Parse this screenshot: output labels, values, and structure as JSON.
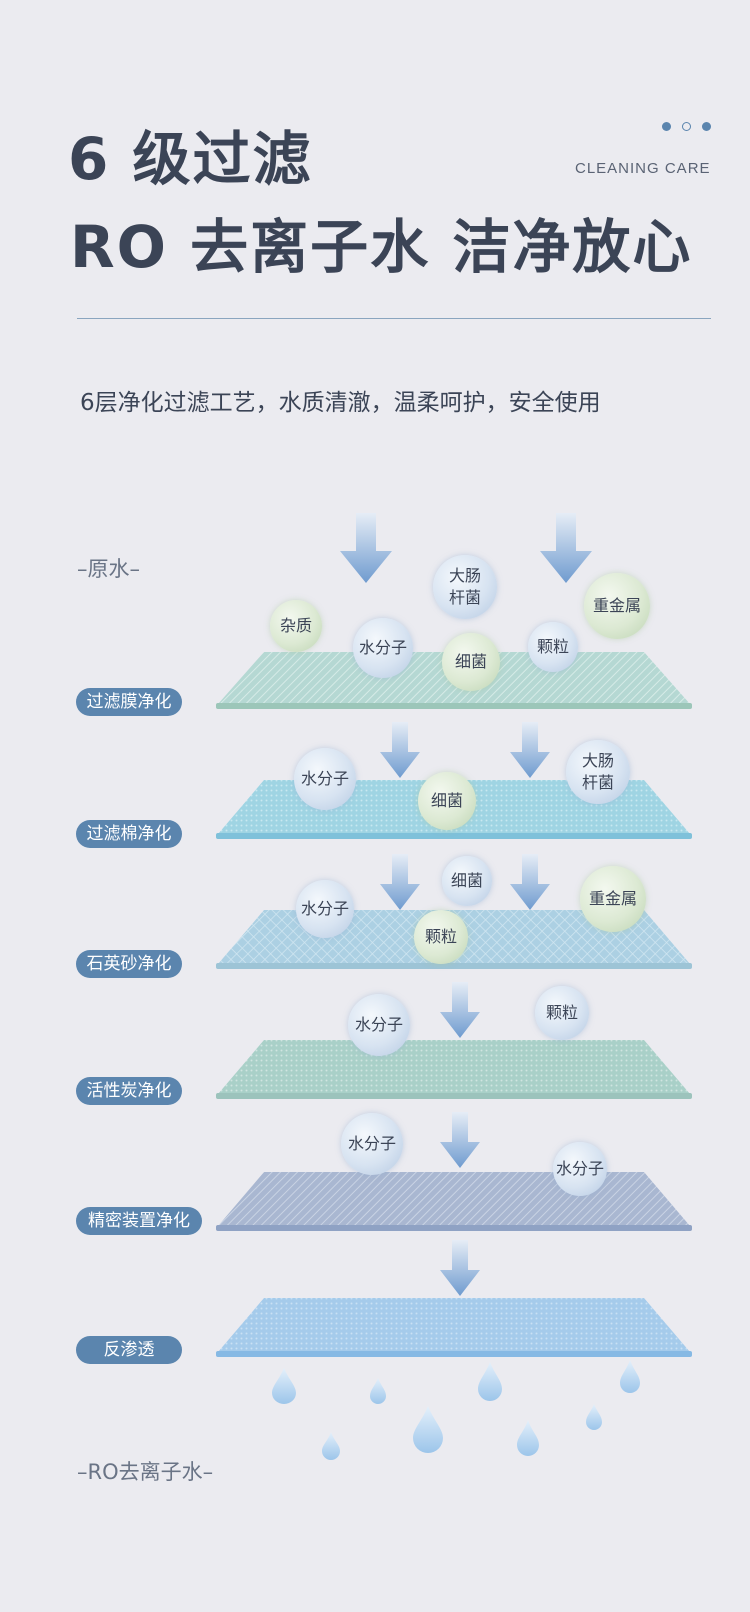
{
  "header": {
    "title_line1": "6 级过滤",
    "title_line2": "RO 去离子水 洁净放心",
    "brand_en": "CLEANING CARE",
    "subtitle": "6层净化过滤工艺，水质清澈，温柔呵护，安全使用"
  },
  "diagram": {
    "top_label": "–原水–",
    "bottom_label": "–RO去离子水–",
    "layers": [
      {
        "label": "过滤膜净化"
      },
      {
        "label": "过滤棉净化"
      },
      {
        "label": "石英砂净化"
      },
      {
        "label": "活性炭净化"
      },
      {
        "label": "精密装置净化"
      },
      {
        "label": "反渗透"
      }
    ],
    "particles": {
      "zazhi": "杂质",
      "shuifenzi": "水分子",
      "xijun": "细菌",
      "dachang": "大肠\n杆菌",
      "keli": "颗粒",
      "zhongjinshu": "重金属"
    }
  },
  "colors": {
    "background": "#ebebf0",
    "title": "#3b4456",
    "pill": "#5b85ae",
    "arrow": "#7ea6d3"
  }
}
